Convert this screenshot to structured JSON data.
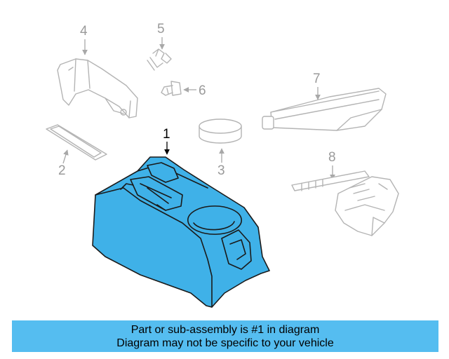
{
  "callouts": {
    "c1": "1",
    "c2": "2",
    "c3": "3",
    "c4": "4",
    "c5": "5",
    "c6": "6",
    "c7": "7",
    "c8": "8"
  },
  "banner": {
    "line1": "Part or sub-assembly is #1 in diagram",
    "line2": "Diagram may not be specific to your vehicle"
  },
  "colors": {
    "highlight": "#3fb1e8",
    "banner": "#55bdf0",
    "ghost_line": "#b4b4b4"
  }
}
